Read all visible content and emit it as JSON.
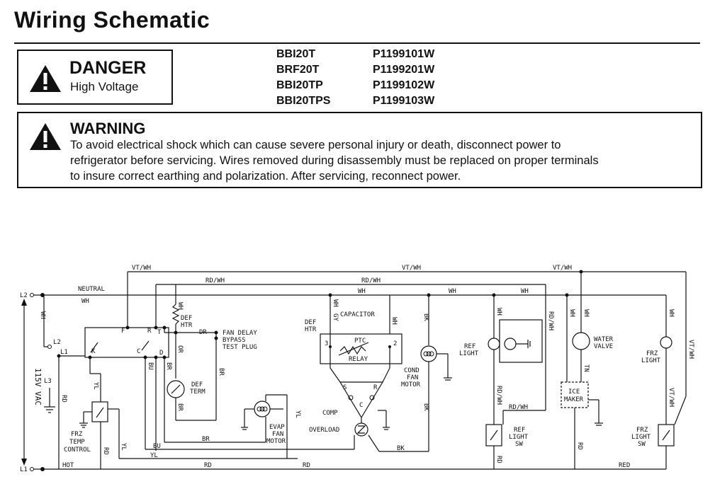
{
  "header": {
    "title": "Wiring Schematic"
  },
  "danger": {
    "title": "DANGER",
    "subtitle": "High Voltage",
    "icon": "warning-triangle-icon"
  },
  "models": [
    {
      "model": "BBI20T",
      "part": "P1199101W"
    },
    {
      "model": "BRF20T",
      "part": "P1199201W"
    },
    {
      "model": "BBI20TP",
      "part": "P1199102W"
    },
    {
      "model": "BBI20TPS",
      "part": "P1199103W"
    }
  ],
  "warning": {
    "title": "WARNING",
    "icon": "warning-triangle-icon",
    "line1": "To avoid electrical shock which can cause severe personal injury or death, disconnect power to",
    "line2": "refrigerator before servicing.  Wires removed during disassembly must be replaced on proper terminals",
    "line3": "to insure correct earthing and polarization. After servicing, reconnect power."
  },
  "schematic": {
    "supply": "115V VAC",
    "lines": {
      "l1": "L1",
      "l2": "L2",
      "l3": "L3",
      "l1_box": "L1",
      "l2_box": "L2"
    },
    "wires": {
      "neutral": "NEUTRAL",
      "wh": "WH",
      "vtwh": "VT/WH",
      "rdwh": "RD/WH",
      "rd": "RD",
      "hot": "HOT",
      "yl": "YL",
      "bu": "BU",
      "br": "BR",
      "dr": "DR",
      "or": "OR",
      "gy": "GY",
      "bk": "BK",
      "tn": "TN",
      "red": "RED"
    },
    "terminals": {
      "f": "F",
      "r": "R",
      "t": "T",
      "k": "K",
      "c": "C",
      "d": "D",
      "s": "S",
      "rr": "R",
      "cc": "C",
      "t2": "2",
      "t3": "3"
    },
    "components": {
      "def_htr": "DEF\nHTR",
      "fan_delay": "FAN DELAY\nBYPASS\nTEST PLUG",
      "def_term": "DEF\nTERM",
      "evap_fan": "EVAP\nFAN\nMOTOR",
      "frz_temp": "FRZ\nTEMP\nCONTROL",
      "capacitor": "CAPACITOR",
      "ptc": "PTC",
      "relay": "RELAY",
      "comp": "COMP",
      "overload": "OVERLOAD",
      "cond_fan": "COND\nFAN\nMOTOR",
      "ref_light": "REF\nLIGHT",
      "ref_light_sw": "REF\nLIGHT\nSW",
      "water_valve": "WATER\nVALVE",
      "ice_maker": "ICE\nMAKER",
      "frz_light": "FRZ\nLIGHT",
      "frz_light_sw": "FRZ\nLIGHT\nSW"
    }
  }
}
